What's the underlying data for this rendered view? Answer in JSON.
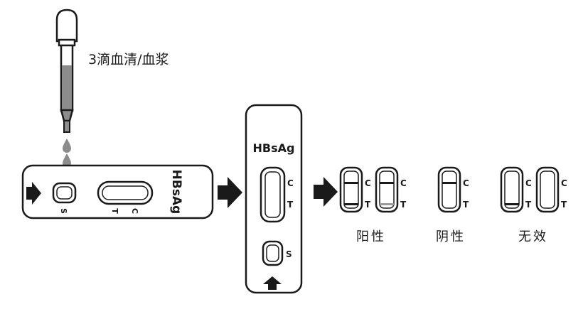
{
  "dropper_label": "3滴血清/血浆",
  "horizontal_cassette": {
    "brand": "HBsAg",
    "well_label": "S",
    "line_labels": {
      "control": "C",
      "test": "T"
    }
  },
  "vertical_cassette": {
    "brand": "HBsAg",
    "well_label": "S",
    "line_labels": {
      "control": "C",
      "test": "T"
    }
  },
  "results": {
    "positive": {
      "label": "阳性"
    },
    "negative": {
      "label": "阴性"
    },
    "invalid": {
      "label": "无效"
    }
  },
  "result_window_labels": {
    "control": "C",
    "test": "T"
  },
  "colors": {
    "ink": "#1a1a1a",
    "sample": "#8c8c8c",
    "faint_line": "#9a9a9a"
  }
}
